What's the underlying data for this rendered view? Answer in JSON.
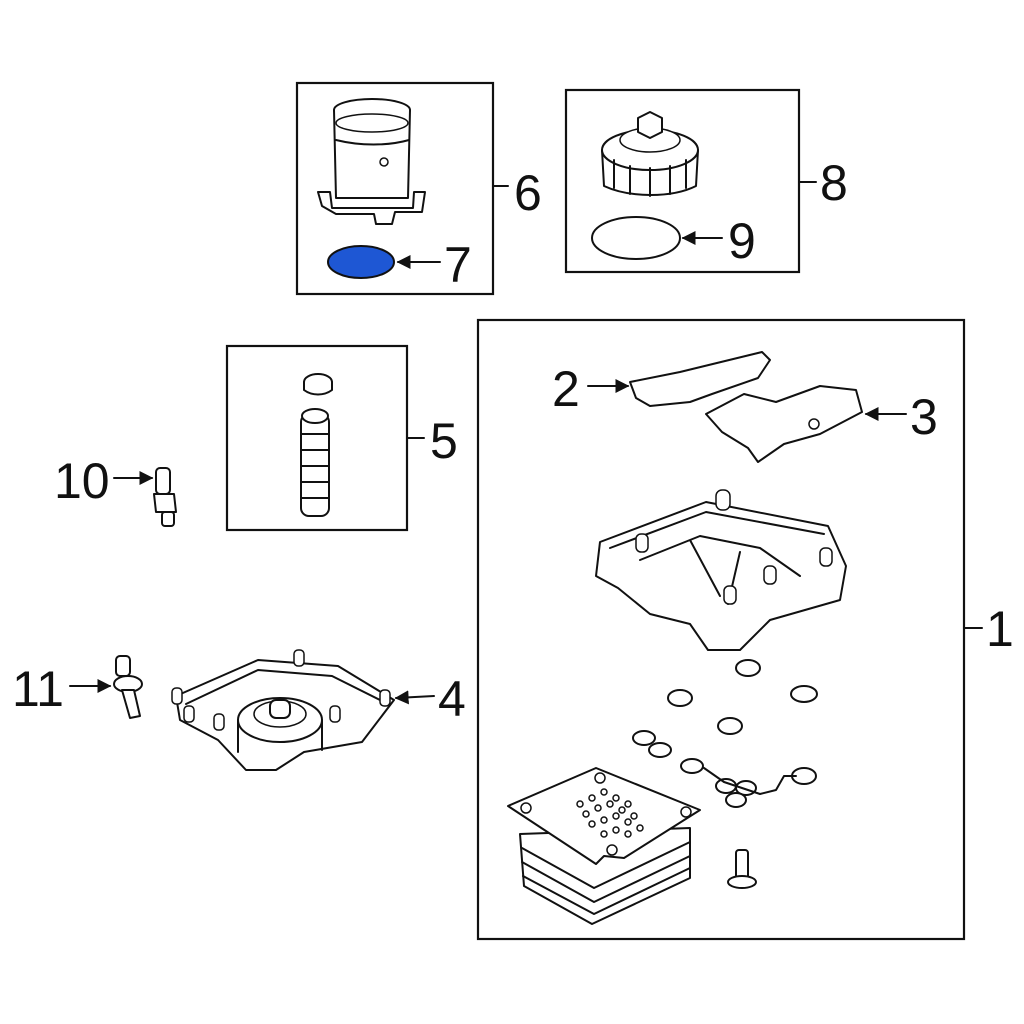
{
  "callouts": {
    "c1": "1",
    "c2": "2",
    "c3": "3",
    "c4": "4",
    "c5": "5",
    "c6": "6",
    "c7": "7",
    "c8": "8",
    "c9": "9",
    "c10": "10",
    "c11": "11"
  },
  "colors": {
    "highlight_fill": "#1e57d4",
    "highlight_stroke": "#111111",
    "line": "#111111",
    "background": "#ffffff"
  },
  "highlighted_part": "7"
}
